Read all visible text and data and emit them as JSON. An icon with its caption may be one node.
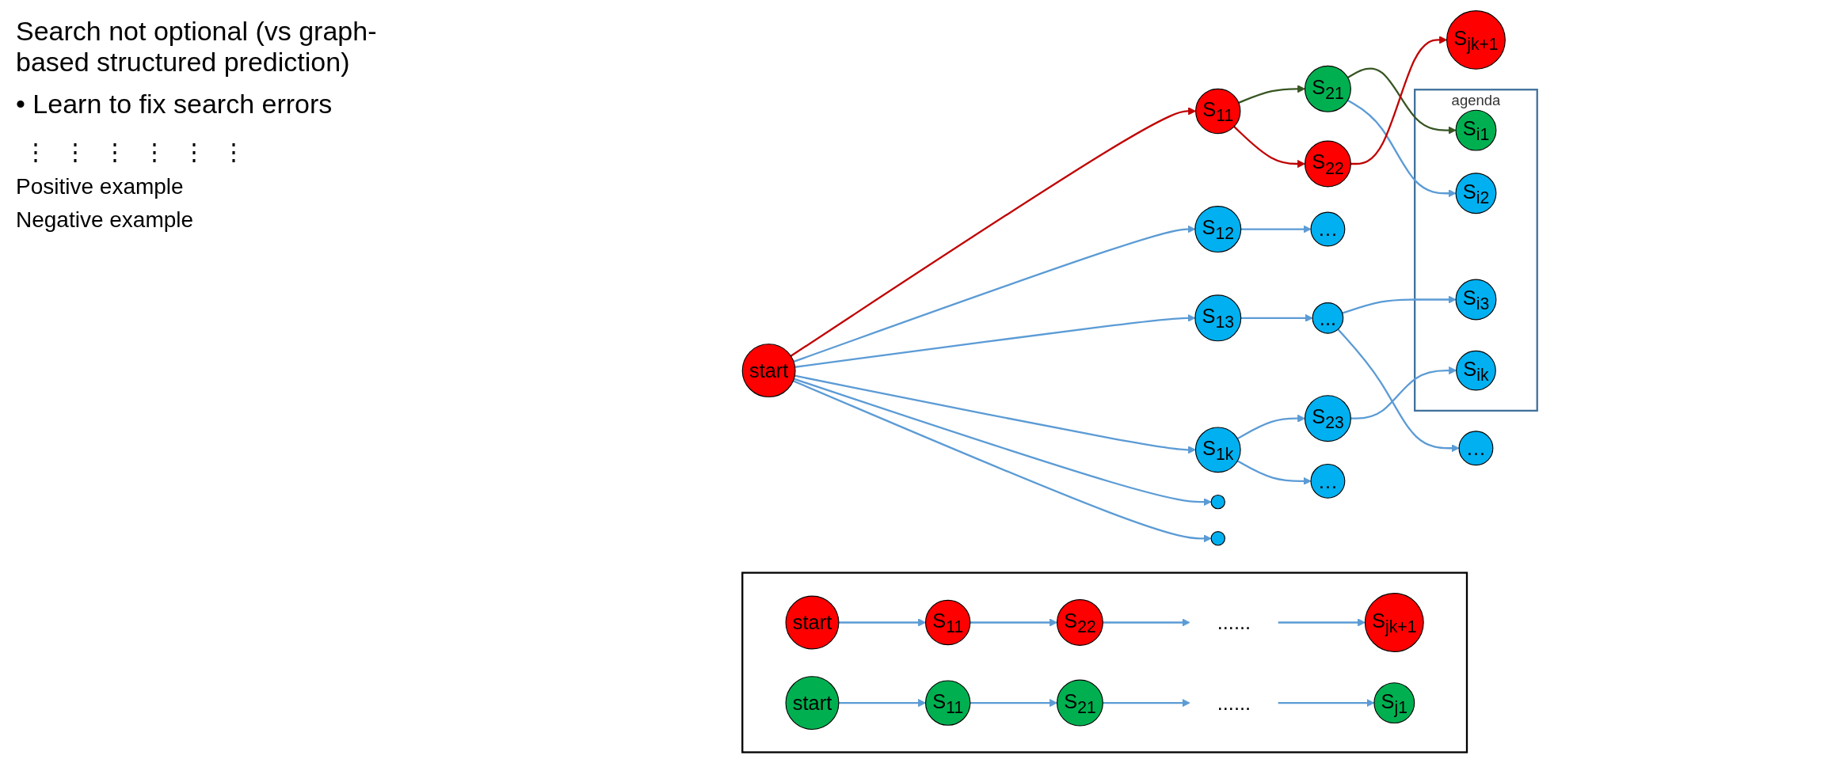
{
  "diagram": {
    "nodes": [
      {
        "text": [
          "start"
        ]
      },
      {
        "text": [
          "S$_{11}$"
        ]
      },
      {
        "text": [
          "S$_{12}$"
        ]
      },
      {
        "text": [
          "S$_{13}$"
        ]
      },
      {
        "text": [
          "S$_{1k}$"
        ]
      },
      {
        "text": [],
        "shape": "circle"
      },
      {
        "text": [],
        "shape": "circle"
      },
      {
        "text": [
          "S$_{21}$"
        ]
      },
      {
        "text": [
          "S$_{22}$"
        ]
      },
      {
        "text": [
          "S$_{23}$"
        ]
      },
      {
        "text": [
          "..."
        ]
      },
      {
        "text": [
          "…"
        ]
      },
      {
        "text": [
          "…"
        ]
      },
      {
        "text": [
          "agenda"
        ]
      },
      {
        "text": [
          "S$_{i1}$"
        ],
        "in": 13
      },
      {
        "text": [
          "S$_{i2}$"
        ],
        "in": 13
      },
      {
        "text": [
          "S$_{i3}$"
        ],
        "in": 13
      },
      {
        "text": [
          "S$_{ik}$"
        ],
        "in": 13
      },
      {
        "text": [
          "S$_{jk+1}$"
        ]
      },
      {
        "text": [
          "…"
        ]
      },
      {
        "text": [],
        "shape": "box"
      },
      {
        "text": [
          "start"
        ],
        "in": 20
      },
      {
        "text": [
          "S$_{11}$"
        ],
        "in": 20
      },
      {
        "text": [
          "S$_{22}$"
        ],
        "in": 20
      },
      {
        "text": [
          "......"
        ],
        "in": 20
      },
      {
        "text": [
          "S$_{jk+1}$"
        ],
        "in": 20
      },
      {
        "text": [
          "start"
        ],
        "in": 20
      },
      {
        "text": [
          "S$_{11}$"
        ],
        "in": 20
      },
      {
        "text": [
          "S$_{21}$"
        ],
        "in": 20
      },
      {
        "text": [
          "......"
        ],
        "in": 20
      },
      {
        "text": [
          "S$_{j1}$"
        ],
        "in": 20
      }
    ],
    "edges": [
      {
        "from": 0,
        "to": 1,
        "arrow": "to",
        "color": "#c00000"
      },
      {
        "from": 0,
        "to": 2,
        "arrow": "to"
      },
      {
        "from": 0,
        "to": 3,
        "arrow": "to"
      },
      {
        "from": 0,
        "to": 4,
        "arrow": "to"
      },
      {
        "from": 0,
        "to": 5,
        "arrow": "to"
      },
      {
        "from": 0,
        "to": 6,
        "arrow": "to"
      },
      {
        "from": 1,
        "to": 7,
        "arrow": "to",
        "color": "#375623"
      },
      {
        "from": 1,
        "to": 8,
        "arrow": "to",
        "color": "#c00000"
      },
      {
        "from": 2,
        "to": 11,
        "arrow": "to"
      },
      {
        "from": 3,
        "to": 10,
        "arrow": "to"
      },
      {
        "from": 4,
        "to": 9,
        "arrow": "to"
      },
      {
        "from": 4,
        "to": 12,
        "arrow": "to"
      },
      {
        "from": 7,
        "to": 14,
        "arrow": "to",
        "color": "#375623"
      },
      {
        "from": 7,
        "to": 15,
        "arrow": "to"
      },
      {
        "from": 8,
        "to": 18,
        "arrow": "to",
        "color": "#c00000"
      },
      {
        "from": 9,
        "to": 17,
        "arrow": "to"
      },
      {
        "from": 10,
        "to": 16,
        "arrow": "to"
      },
      {
        "from": 10,
        "to": 19,
        "arrow": "to"
      },
      {
        "from": 21,
        "to": 22,
        "arrow": "to"
      },
      {
        "from": 22,
        "to": 23,
        "arrow": "to"
      },
      {
        "from": 23,
        "to": 24,
        "arrow": "to"
      },
      {
        "from": 24,
        "to": 25,
        "arrow": "to"
      },
      {
        "from": 26,
        "to": 27,
        "arrow": "to"
      },
      {
        "from": 27,
        "to": 28,
        "arrow": "to"
      },
      {
        "from": 28,
        "to": 29,
        "arrow": "to"
      },
      {
        "from": 29,
        "to": 30,
        "arrow": "to"
      }
    ],
    "labels": [
      "Search not optional (vs graph-based structured prediction)",
      "• Learn to fix search errors",
      "⋮",
      "⋮",
      "⋮",
      "⋮",
      "⋮",
      "⋮",
      "Positive example",
      "Negative example"
    ]
  }
}
